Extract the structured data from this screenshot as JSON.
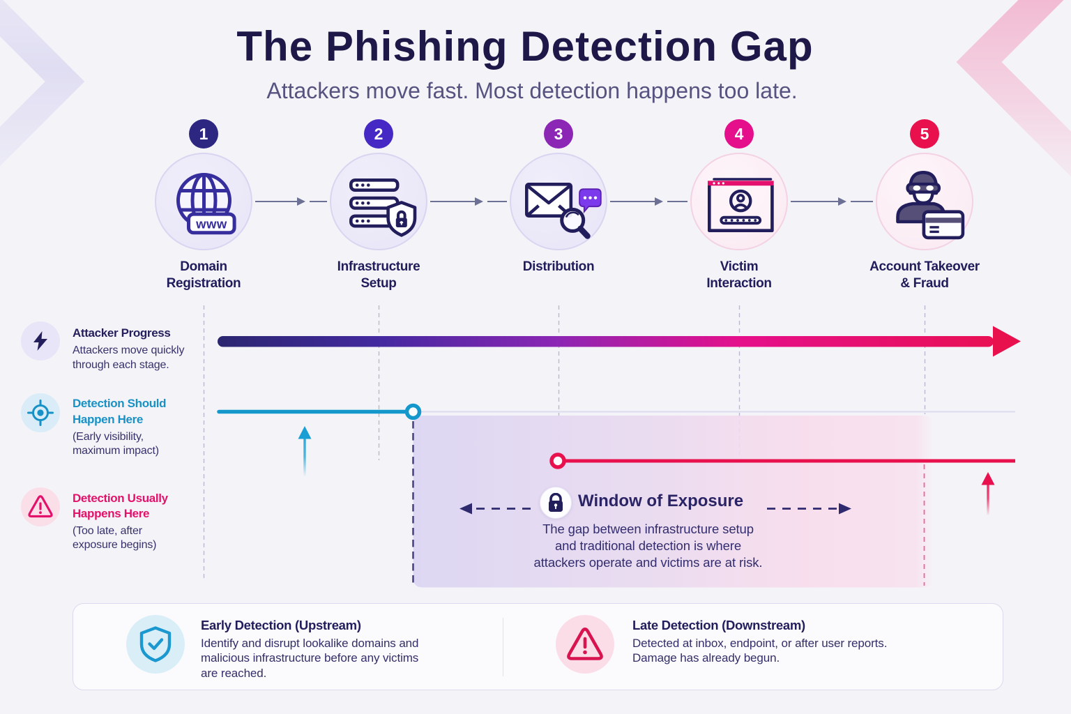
{
  "header": {
    "title": "The Phishing Detection Gap",
    "subtitle": "Attackers move fast. Most detection happens too late."
  },
  "stages": [
    {
      "number": "1",
      "icon": "globe-www-icon",
      "label_lines": [
        "Domain",
        "Registration"
      ],
      "badge_color": "#2e2781"
    },
    {
      "number": "2",
      "icon": "server-shield-icon",
      "label_lines": [
        "Infrastructure",
        "Setup"
      ],
      "badge_color": "#4629c4"
    },
    {
      "number": "3",
      "icon": "email-search-icon",
      "label_lines": [
        "Distribution",
        ""
      ],
      "badge_color": "#8c26b5"
    },
    {
      "number": "4",
      "icon": "login-window-icon",
      "label_lines": [
        "Victim",
        "Interaction"
      ],
      "badge_color": "#e50f8b"
    },
    {
      "number": "5",
      "icon": "fraudster-card-icon",
      "label_lines": [
        "Account Takeover",
        "& Fraud"
      ],
      "badge_color": "#e8114e"
    }
  ],
  "legend": [
    {
      "icon": "lightning-icon",
      "title_lines": [
        "Attacker Progress",
        ""
      ],
      "note_lines": [
        "Attackers move quickly",
        "through each stage."
      ],
      "title_color": "#241f5c"
    },
    {
      "icon": "target-icon",
      "title_lines": [
        "Detection Should",
        "Happen Here"
      ],
      "note_lines": [
        "(Early visibility,",
        "maximum impact)"
      ],
      "title_color": "#1891c6"
    },
    {
      "icon": "alert-triangle-icon",
      "title_lines": [
        "Detection Usually",
        "Happens Here"
      ],
      "note_lines": [
        "(Too late, after",
        "exposure begins)"
      ],
      "title_color": "#e4116b"
    }
  ],
  "exposure": {
    "icon": "lock-icon",
    "title": "Window of Exposure",
    "description_lines": [
      "The gap between infrastructure setup",
      "and traditional detection is where",
      "attackers operate and victims are at risk."
    ]
  },
  "footer_cards": [
    {
      "icon": "shield-check-icon",
      "title": "Early Detection (Upstream)",
      "description_lines": [
        "Identify and disrupt lookalike domains and",
        "malicious infrastructure before any victims",
        "are reached."
      ]
    },
    {
      "icon": "alert-triangle-icon",
      "title": "Late Detection (Downstream)",
      "description_lines": [
        "Detected at inbox, endpoint, or after user reports.",
        "Damage has already begun."
      ]
    }
  ],
  "colors": {
    "background": "#f4f4f8",
    "navy": "#221d5b",
    "teal": "#1497cb",
    "pink": "#e8114d",
    "magenta": "#e50f8b",
    "indigo": "#4629c4",
    "purple": "#8c26b5",
    "bar_gradient": [
      "#2b2670",
      "#4329a8",
      "#8b26b4",
      "#e50f8b",
      "#e8114e"
    ],
    "window_gradient": [
      "#dcd6f3",
      "#f8dcec"
    ]
  }
}
